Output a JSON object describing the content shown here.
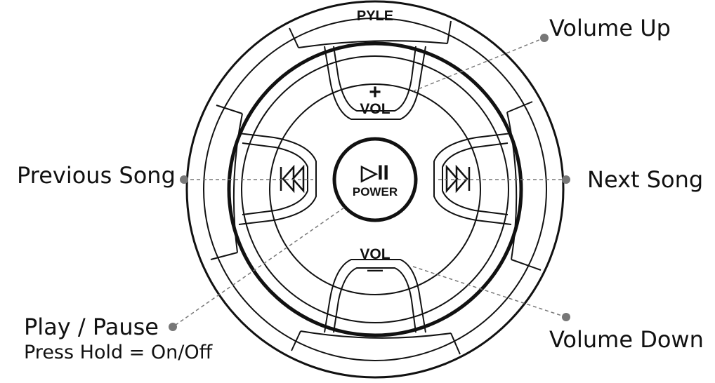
{
  "brand": "PYLE",
  "buttons": {
    "vol_up": {
      "symbol": "+",
      "label": "VOL"
    },
    "vol_down": {
      "symbol": "—",
      "label": "VOL"
    },
    "power": {
      "symbol": "▷II",
      "label": "POWER"
    }
  },
  "callouts": {
    "volume_up": "Volume Up",
    "previous_song": "Previous Song",
    "next_song": "Next Song",
    "play_pause": "Play / Pause",
    "press_hold": "Press Hold = On/Off",
    "volume_down": "Volume Down"
  },
  "colors": {
    "line": "#111111",
    "callout_line": "#777777",
    "dot": "#777777"
  }
}
